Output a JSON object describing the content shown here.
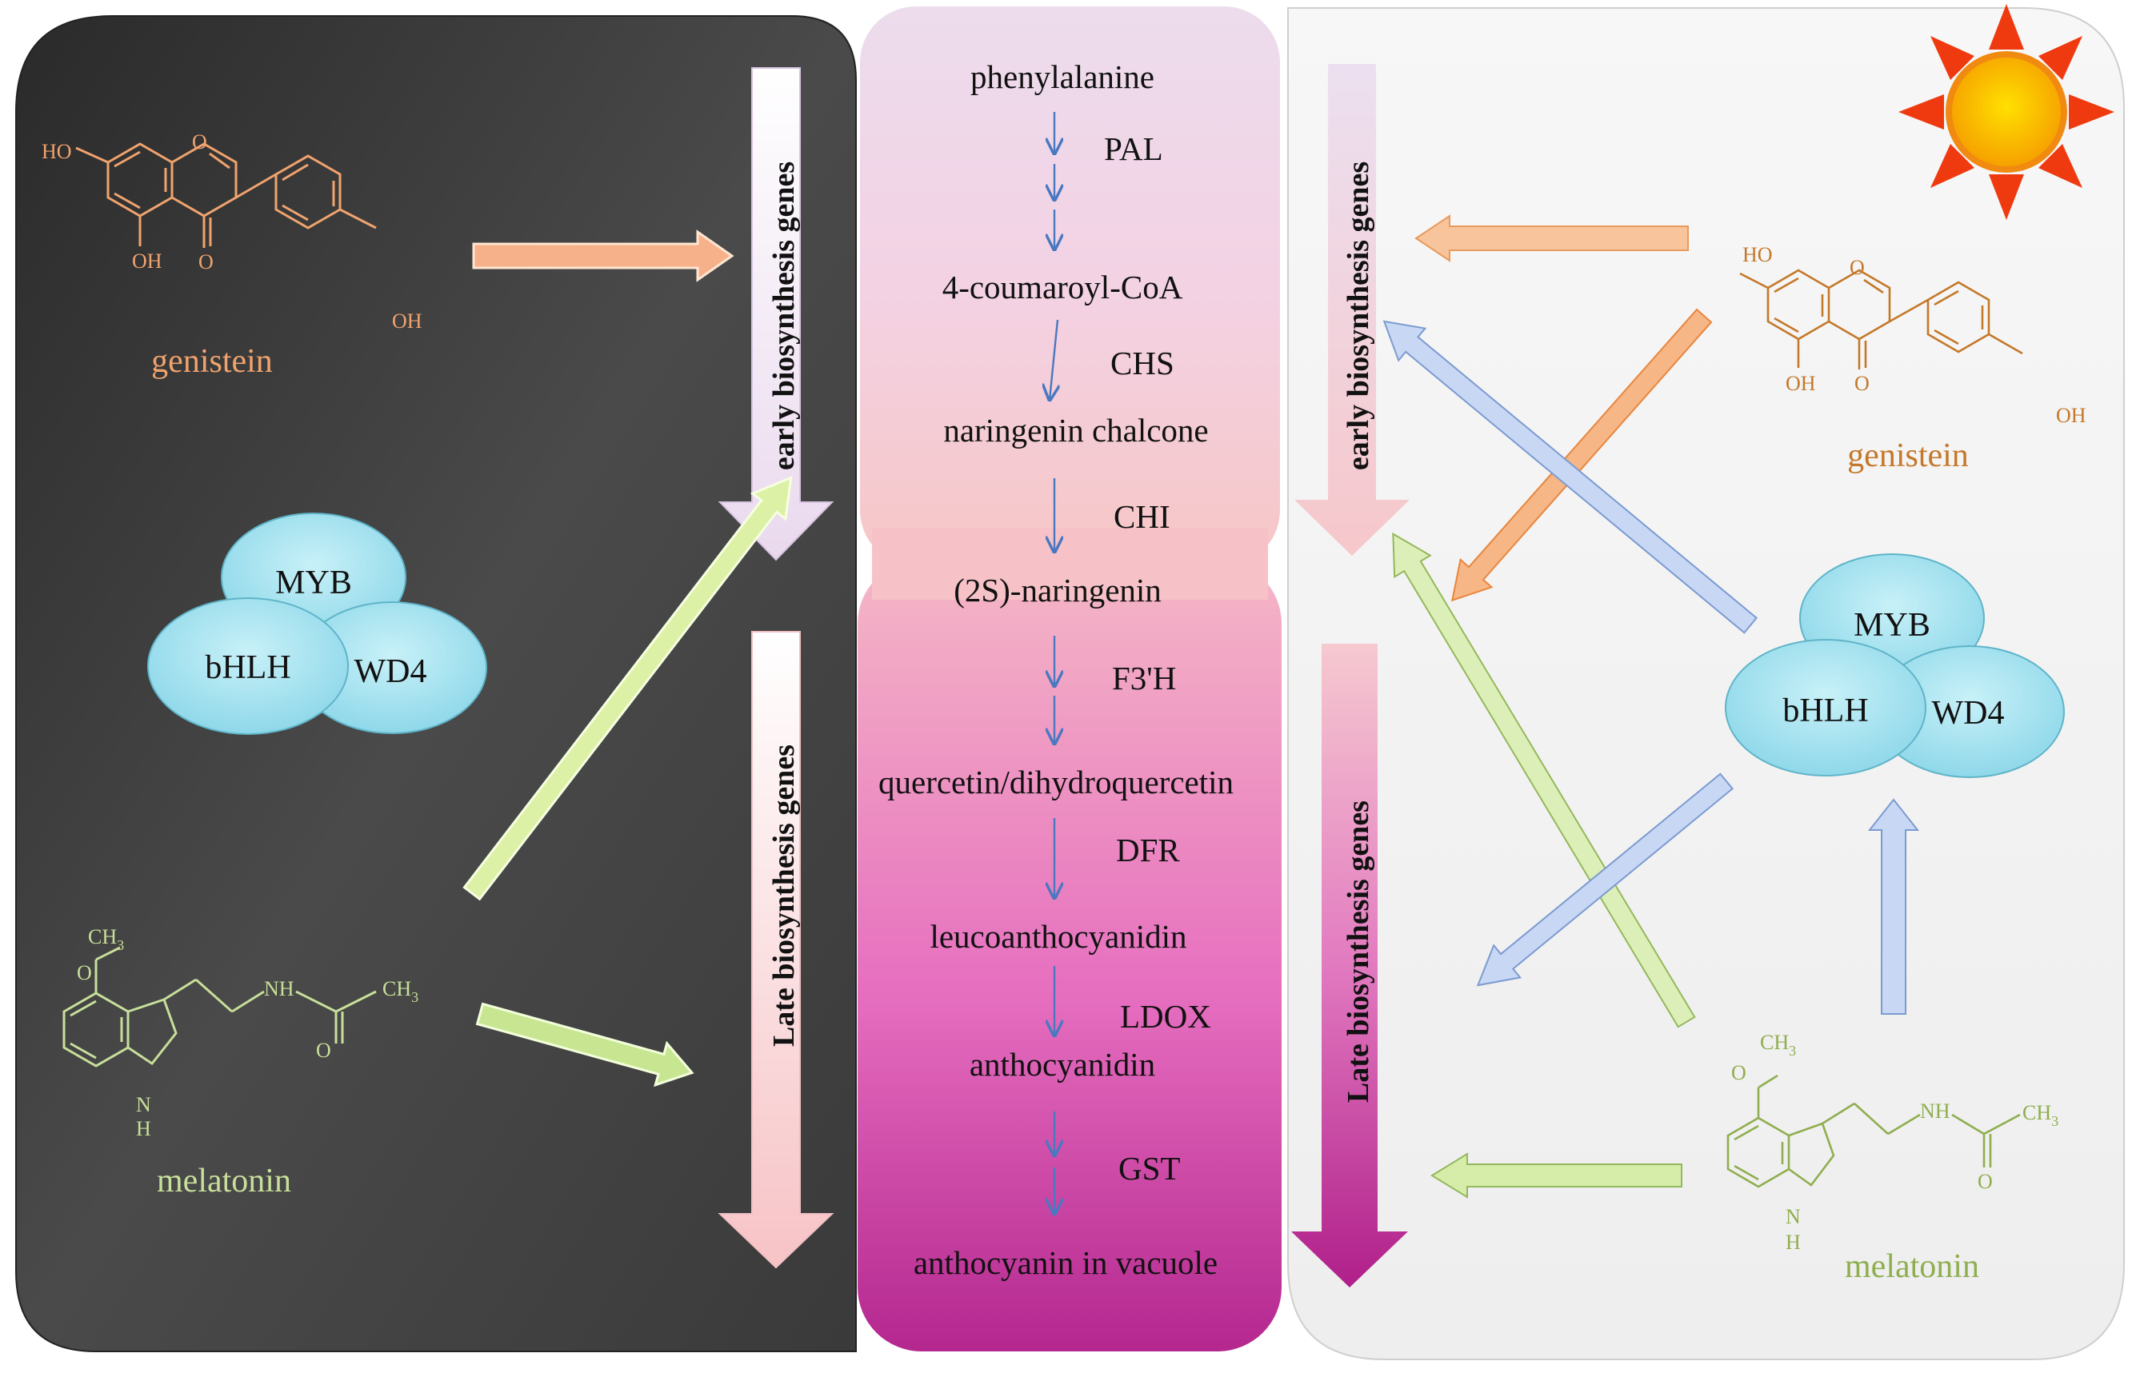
{
  "pathway": {
    "steps": [
      "phenylalanine",
      "4-coumaroyl-CoA",
      "naringenin chalcone",
      "(2S)-naringenin",
      "quercetin/dihydroquercetin",
      "leucoanthocyanidin",
      "anthocyanidin",
      "anthocyanin in vacuole"
    ],
    "enzymes": [
      "PAL",
      "CHS",
      "CHI",
      "F3'H",
      "DFR",
      "LDOX",
      "GST"
    ]
  },
  "genes": {
    "early": "early biosynthesis  genes",
    "late": "Late biosynthesis  genes"
  },
  "tf_complex": {
    "myb": "MYB",
    "bhlh": "bHLH",
    "wd4": "WD4"
  },
  "genistein": {
    "name": "genistein",
    "ho": "HO",
    "oh5": "OH",
    "oh4p": "OH",
    "o_ring": "O",
    "o_keto": "O"
  },
  "melatonin": {
    "name": "melatonin",
    "ch3_methoxy": "CH",
    "ch3_sub": "3",
    "o_methoxy": "O",
    "nh": "NH",
    "n_indole": "N",
    "h_indole": "H",
    "ch3_acetyl": "CH",
    "ch3_acetyl_sub": "3",
    "o_carbonyl": "O"
  },
  "colors": {
    "dark_panel": "#3a3a3a",
    "light_panel": "#f4f4f4",
    "genistein": "#f0a36e",
    "genistein_right": "#c4782a",
    "melatonin": "#c8df9a",
    "melatonin_right": "#8fae4f",
    "blue_arrow": "#b8cdee",
    "ellipse": "#a7e3ef",
    "sun": "#f7a000"
  }
}
